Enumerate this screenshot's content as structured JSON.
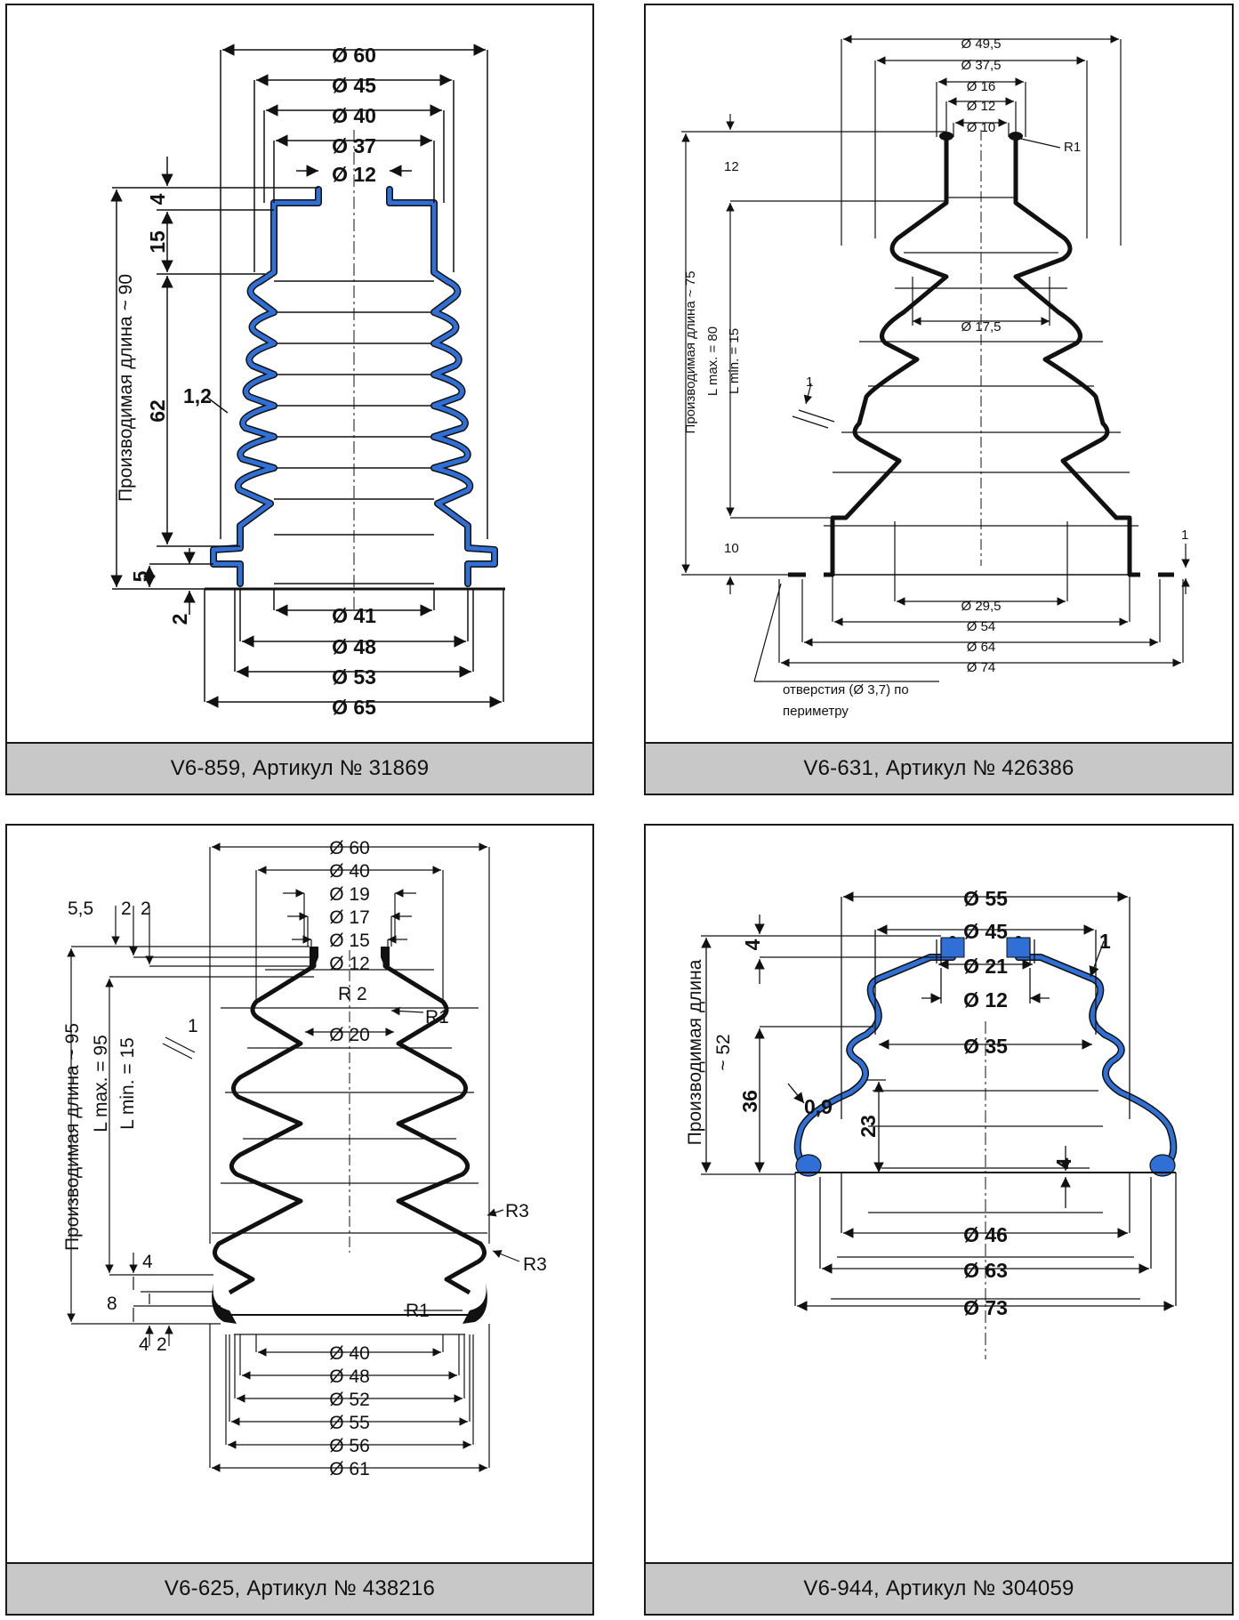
{
  "panels": [
    {
      "caption": "V6-859, Артикул № 31869",
      "top_diameters": [
        "Ø 60",
        "Ø 45",
        "Ø 40",
        "Ø 37",
        "Ø 12"
      ],
      "bottom_diameters": [
        "Ø 41",
        "Ø 48",
        "Ø 53",
        "Ø 65"
      ],
      "heights": [
        "4",
        "15",
        "62",
        "5",
        "2"
      ],
      "thickness": "1,2",
      "length_label": "Производимая длина ~ 90",
      "color": "#2f6fd6"
    },
    {
      "caption": "V6-631, Артикул № 426386",
      "top_diameters": [
        "Ø 49,5",
        "Ø 37,5",
        "Ø 16",
        "Ø 12",
        "Ø 10"
      ],
      "mid_diameter": "Ø 17,5",
      "bottom_diameters": [
        "Ø 29,5",
        "Ø 54",
        "Ø 64",
        "Ø 74"
      ],
      "heights": [
        "12",
        "10"
      ],
      "radius": "R1",
      "thickness": "1",
      "flange_thickness": "1",
      "length_label": "Производимая длина ~ 75",
      "lmax": "L max. = 80",
      "lmin": "L min.  =  15",
      "hole_note_line1": "отверстия (Ø 3,7) по",
      "hole_note_line2": "периметру",
      "color": "#111111"
    },
    {
      "caption": "V6-625, Артикул № 438216",
      "top_diameters": [
        "Ø 60",
        "Ø 40",
        "Ø 19",
        "Ø 17",
        "Ø 15",
        "Ø 12"
      ],
      "mid_diameter": "Ø 20",
      "bottom_diameters": [
        "Ø 40",
        "Ø 48",
        "Ø 52",
        "Ø 55",
        "Ø 56",
        "Ø 61"
      ],
      "top_heights": [
        "5,5",
        "2",
        "2"
      ],
      "bottom_heights": [
        "4",
        "8",
        "4",
        "2"
      ],
      "radii": [
        "R1",
        "R 2",
        "R3",
        "R1",
        "R3"
      ],
      "thickness": "1",
      "length_label": "Производимая длина ~ 95",
      "lmax": "L max. = 95",
      "lmin": "L min.  =  15",
      "color": "#111111"
    },
    {
      "caption": "V6-944, Артикул № 304059",
      "top_diameters": [
        "Ø 55",
        "Ø 45",
        "Ø 21",
        "Ø 12"
      ],
      "mid_diameter": "Ø 35",
      "bottom_diameters": [
        "Ø 46",
        "Ø 63",
        "Ø 73"
      ],
      "heights": [
        "4",
        "36",
        "23",
        "4"
      ],
      "thickness_top": "1",
      "thickness_side": "0,9",
      "length_label": "Производимая длина",
      "length_value": "~ 52",
      "color": "#2f6fd6"
    }
  ]
}
